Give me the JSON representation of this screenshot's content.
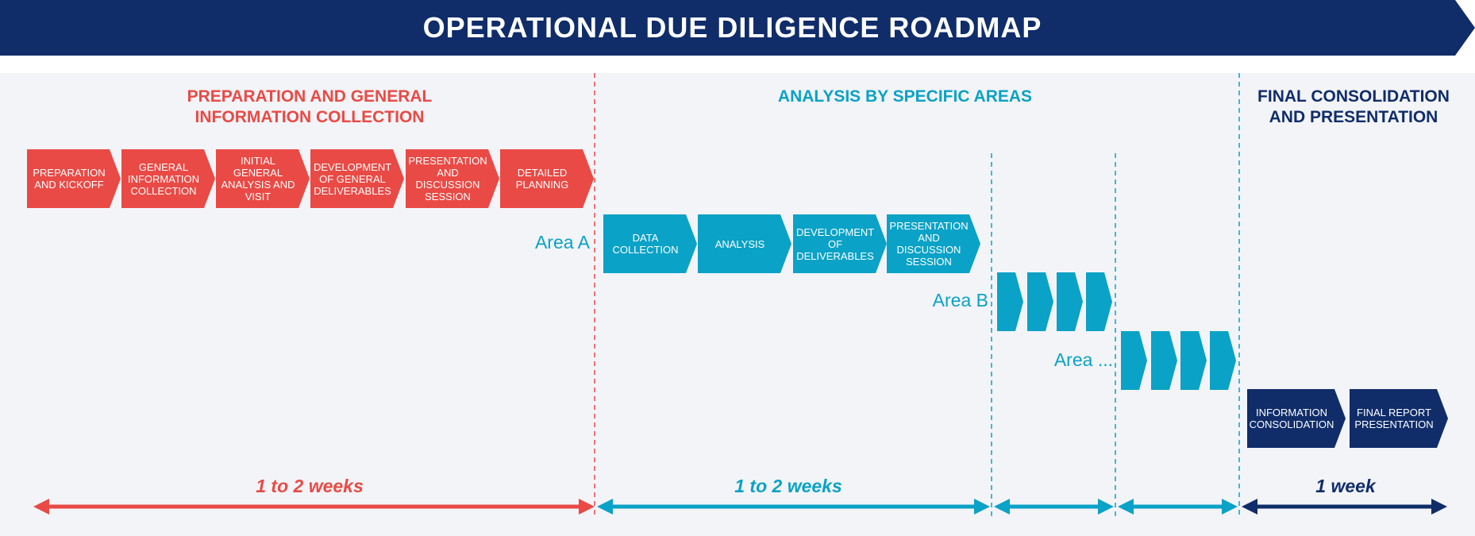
{
  "title": "OPERATIONAL DUE DILIGENCE ROADMAP",
  "colors": {
    "navy": "#102d6a",
    "red": "#e94a45",
    "teal": "#0aa2c6",
    "panel": "#f3f4f8"
  },
  "phases": [
    {
      "title": "PREPARATION AND GENERAL INFORMATION COLLECTION",
      "color": "#e94a45",
      "steps": [
        "PREPARATION AND KICKOFF",
        "GENERAL INFORMATION COLLECTION",
        "INITIAL GENERAL ANALYSIS AND VISIT",
        "DEVELOPMENT OF GENERAL DELIVERABLES",
        "PRESENTATION AND DISCUSSION SESSION",
        "DETAILED PLANNING"
      ],
      "duration": "1 to 2 weeks"
    },
    {
      "title": "ANALYSIS BY SPECIFIC AREAS",
      "color": "#0aa2c6",
      "areas": [
        {
          "label": "Area A",
          "steps": [
            "DATA COLLECTION",
            "ANALYSIS",
            "DEVELOPMENT OF DELIVERABLES",
            "PRESENTATION AND DISCUSSION SESSION"
          ]
        },
        {
          "label": "Area B"
        },
        {
          "label": "Area ..."
        }
      ],
      "duration": "1 to 2 weeks"
    },
    {
      "title": "FINAL CONSOLIDATION AND PRESENTATION",
      "color": "#102d6a",
      "steps": [
        "INFORMATION CONSOLIDATION",
        "FINAL REPORT PRESENTATION"
      ],
      "duration": "1 week"
    }
  ]
}
